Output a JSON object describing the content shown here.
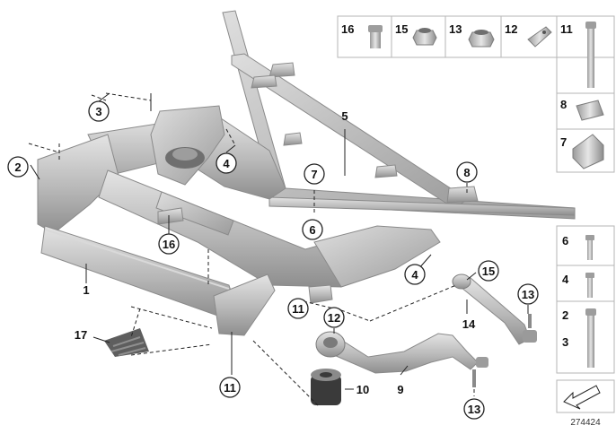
{
  "diagram_id": "274424",
  "callouts": {
    "c1": "1",
    "c2": "2",
    "c3": "3",
    "c4a": "4",
    "c4b": "4",
    "c5": "5",
    "c6": "6",
    "c7": "7",
    "c8": "8",
    "c9": "9",
    "c10": "10",
    "c11a": "11",
    "c11b": "11",
    "c12": "12",
    "c13a": "13",
    "c13b": "13",
    "c14": "14",
    "c15": "15",
    "c16": "16",
    "c17": "17"
  },
  "parts_top": [
    "16",
    "15",
    "13",
    "12",
    "11"
  ],
  "parts_right": [
    "8",
    "7"
  ],
  "parts_bolts": [
    {
      "labels": [
        "6"
      ]
    },
    {
      "labels": [
        "4"
      ]
    },
    {
      "labels": [
        "2",
        "3"
      ]
    }
  ],
  "colors": {
    "part_gray": "#b9b9b9",
    "outline": "#8a8a8a",
    "text": "#111111"
  }
}
